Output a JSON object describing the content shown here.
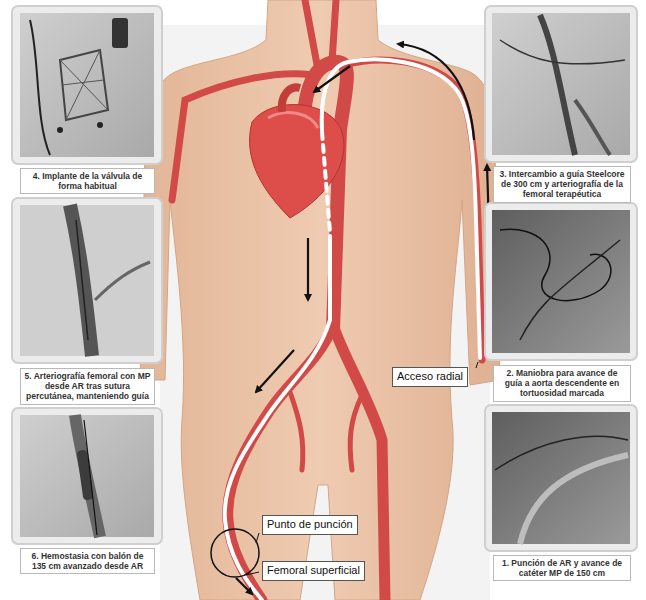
{
  "diagram": {
    "nodes": [
      {
        "text": [
          "4. Implante de la válvula de forma habitual"
        ]
      },
      {
        "text": [
          "3. Intercambio a guía Steelcore de 300 cm y arteriografía de la femoral terapéutica"
        ]
      },
      {
        "text": [
          "5. Arteriografía femoral con MP desde AR tras sutura percutánea, manteniendo guía"
        ]
      },
      {
        "text": [
          "2. Maniobra para avance de guía a aorta descendente en tortuosidad marcada"
        ]
      },
      {
        "text": [
          "Acceso radial"
        ]
      },
      {
        "text": [
          "6. Hemostasia con balón de 135 cm avanzado desde AR"
        ]
      },
      {
        "text": [
          "Punto de punción"
        ]
      },
      {
        "text": [
          "1. Punción de AR y avance de catéter MP de 150 cm"
        ]
      },
      {
        "text": [
          "Femoral superficial"
        ]
      }
    ]
  }
}
